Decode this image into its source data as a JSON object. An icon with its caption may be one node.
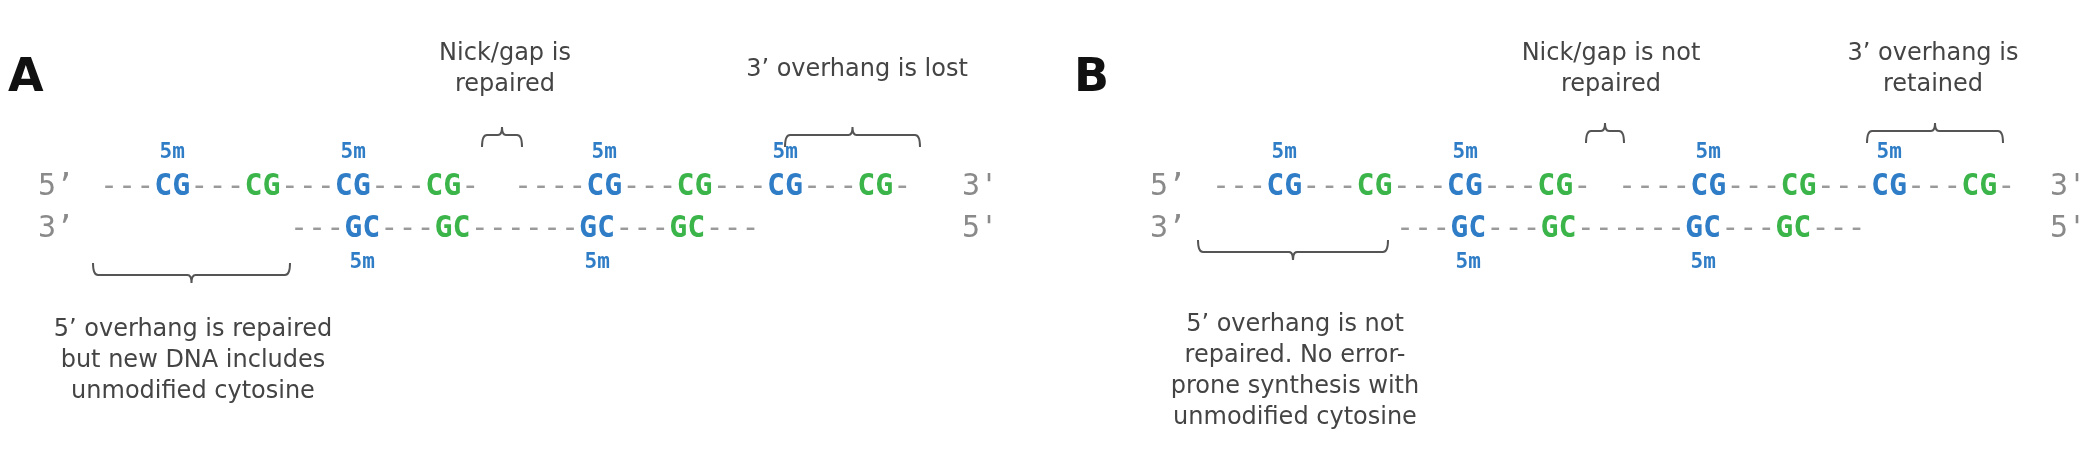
{
  "diagram": {
    "labels": [
      "A",
      "Nick/gap is repaired",
      "3’ overhang is lost",
      "5m",
      "5m",
      "5m",
      "5m",
      "5’",
      "---CG---CG---CG---CG-",
      "----CG---CG---CG---CG-",
      "3'",
      "3’",
      "---GC---GC------GC---GC---",
      "5'",
      "5m",
      "5m",
      "5’ overhang is repaired but new DNA includes unmodified cytosine",
      "B",
      "Nick/gap is not repaired",
      "3’ overhang is retained",
      "5m",
      "5m",
      "5m",
      "5m",
      "5’",
      "---CG---CG---CG---CG-",
      "----CG---CG---CG---CG-",
      "3'",
      "3’",
      "---GC---GC------GC---GC---",
      "5'",
      "5m",
      "5m",
      "5’ overhang is not repaired. No error-prone synthesis with unmodified cytosine"
    ]
  }
}
